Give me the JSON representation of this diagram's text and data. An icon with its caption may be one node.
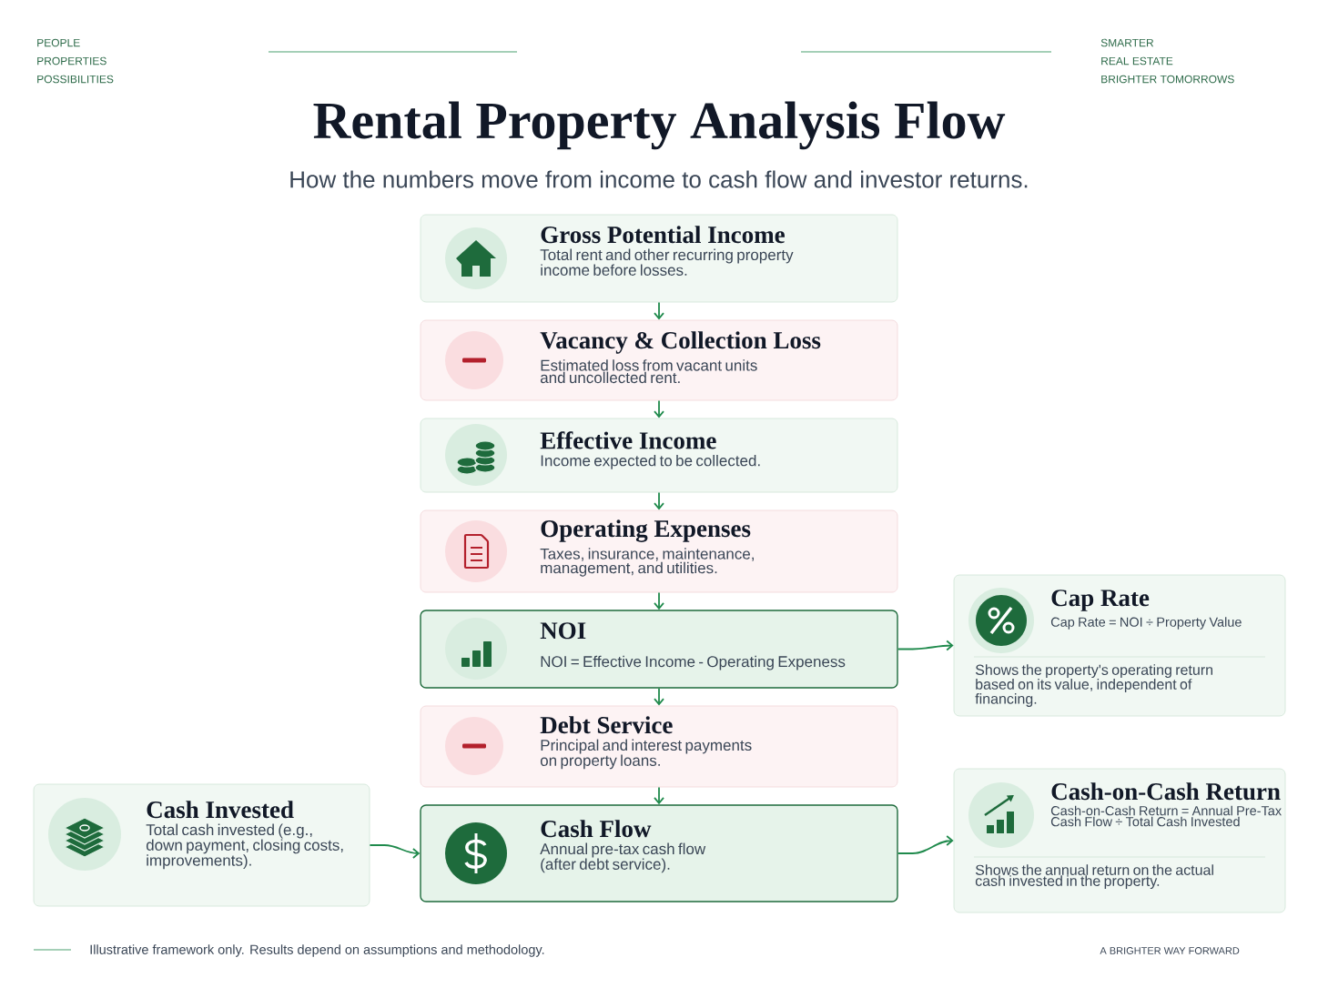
{
  "diagram": {
    "title": "Rental Property Analysis Flow",
    "nodes": [
      {
        "text": [
          "Gross Potential Income",
          "Total rent and other recurring property income before losses."
        ]
      },
      {
        "text": [
          "Vacancy & Collection Loss",
          "Estimated loss from vacant units and uncollected rent."
        ]
      },
      {
        "text": [
          "Effective Income",
          "Income expected to be collected."
        ]
      },
      {
        "text": [
          "Operating Expenses",
          "Taxes, insurance, maintenance, management, and utilities."
        ]
      },
      {
        "text": [
          "NOI",
          "NOI = Effective Income - Operating Expeness"
        ]
      },
      {
        "text": [
          "Debt Service",
          "Principal and interest payments on property loans."
        ]
      },
      {
        "text": [
          "Cash Flow",
          "Annual pre-tax cash flow (after debt service)."
        ]
      },
      {
        "text": [
          "Cash Invested",
          "Total cash invested (e.g., down payment, closing costs, improvements)."
        ]
      },
      {
        "text": [
          "Cap Rate",
          "Cap Rate = NOI ÷ Property Value",
          "Shows the property's operating return based on its value, independent of financing."
        ]
      },
      {
        "text": [
          "Cash-on-Cash Return",
          "Cash-on-Cash Return = Annual Pre-Tax Cash Flow ÷ Total Cash Invested",
          "Shows the annual return on the actual cash invested in the property."
        ]
      }
    ],
    "edges": [
      {
        "from": 0,
        "to": 1,
        "arrow": "to"
      },
      {
        "from": 1,
        "to": 2,
        "arrow": "to"
      },
      {
        "from": 2,
        "to": 3,
        "arrow": "to"
      },
      {
        "from": 3,
        "to": 4,
        "arrow": "to"
      },
      {
        "from": 4,
        "to": 5,
        "arrow": "to"
      },
      {
        "from": 5,
        "to": 6,
        "arrow": "to"
      },
      {
        "from": 4,
        "to": 8,
        "arrow": "to"
      },
      {
        "from": 7,
        "to": 6,
        "arrow": "to"
      },
      {
        "from": 6,
        "to": 9,
        "arrow": "to"
      }
    ],
    "labels": [
      "PEOPLE",
      "PROPERTIES",
      "POSSIBILITIES",
      "SMARTER",
      "REAL ESTATE",
      "BRIGHTER TOMORROWS",
      "How the numbers move from income to cash flow and investor returns.",
      "Illustrative framework only. Results depend on assumptions and methodology.",
      "A BRIGHTER WAY FORWARD"
    ]
  }
}
